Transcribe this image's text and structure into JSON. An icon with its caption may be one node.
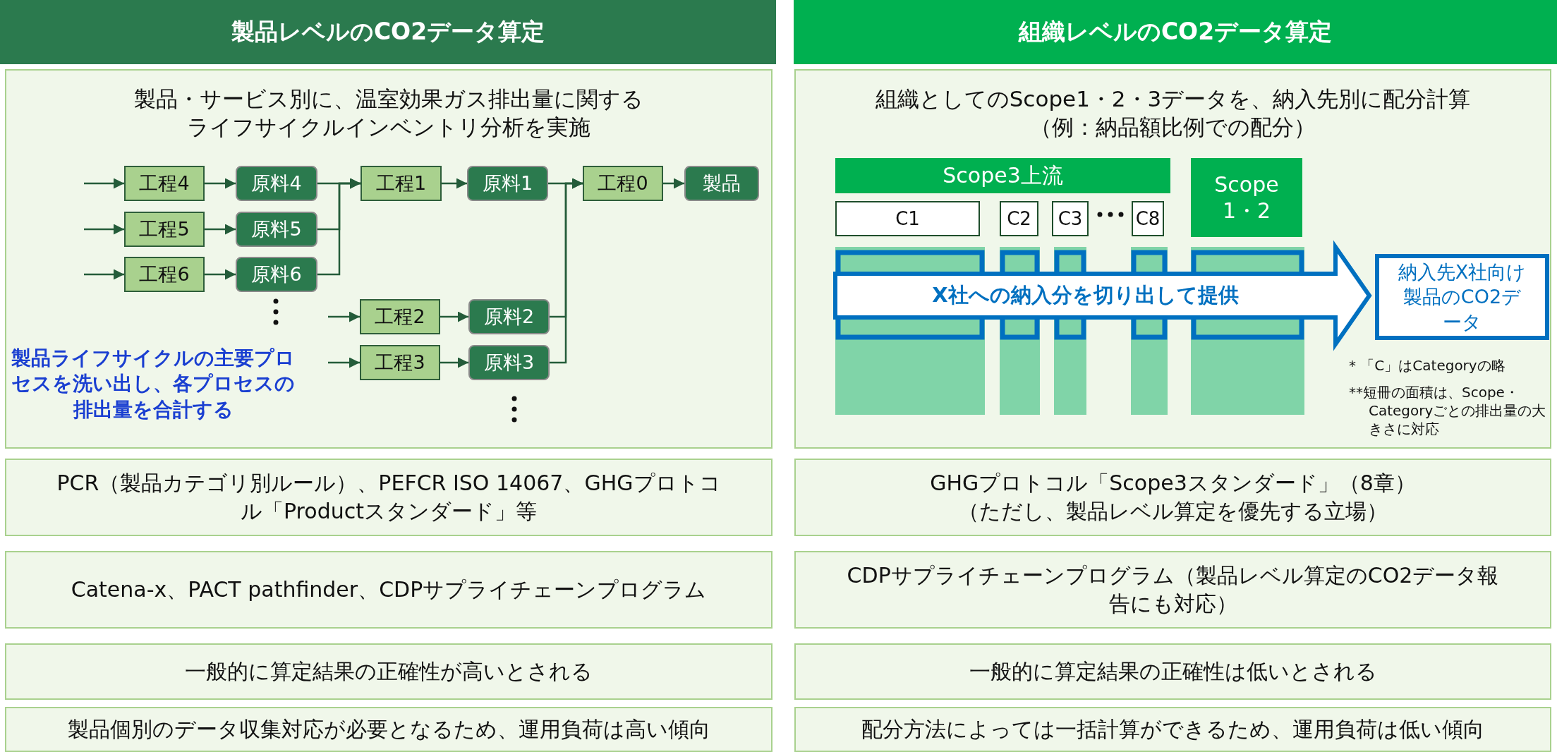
{
  "diagram": {
    "nodes": [
      {
        "text": [
          "製品レベルのCO2データ算定"
        ]
      },
      {
        "text": [
          "製品・サービス別に、温室効果ガス排出量に関するライフサイクルインベントリ分析を実施"
        ]
      },
      {
        "text": [
          "工程4"
        ],
        "in": 1
      },
      {
        "text": [
          "原料4"
        ],
        "in": 1
      },
      {
        "text": [
          "工程1"
        ],
        "in": 1
      },
      {
        "text": [
          "原料1"
        ],
        "in": 1
      },
      {
        "text": [
          "工程0"
        ],
        "in": 1
      },
      {
        "text": [
          "製品"
        ],
        "in": 1
      },
      {
        "text": [
          "工程5"
        ],
        "in": 1
      },
      {
        "text": [
          "原料5"
        ],
        "in": 1
      },
      {
        "text": [
          "工程6"
        ],
        "in": 1
      },
      {
        "text": [
          "原料6"
        ],
        "in": 1
      },
      {
        "text": [
          "工程2"
        ],
        "in": 1
      },
      {
        "text": [
          "原料2"
        ],
        "in": 1
      },
      {
        "text": [
          "工程3"
        ],
        "in": 1
      },
      {
        "text": [
          "原料3"
        ],
        "in": 1
      },
      {
        "text": [
          "組織レベルのCO2データ算定"
        ]
      },
      {
        "text": [
          "組織としてのScope1・2・3データを、納入先別に配分計算（例：納品額比例での配分）"
        ]
      },
      {
        "text": [
          "Scope3上流"
        ],
        "in": 17
      },
      {
        "text": [
          "C1"
        ],
        "in": 17
      },
      {
        "text": [
          "C2"
        ],
        "in": 17
      },
      {
        "text": [
          "C3"
        ],
        "in": 17
      },
      {
        "text": [
          "C8"
        ],
        "in": 17
      },
      {
        "text": [
          "Scope 1・2"
        ],
        "in": 17
      },
      {
        "text": [
          "納入先X社向け製品のCO2データ"
        ],
        "in": 17
      },
      {
        "text": [
          "PCR（製品カテゴリ別ルール）、PEFCR ISO 14067、GHGプロトコル「Productスタンダード」等"
        ]
      },
      {
        "text": [
          "GHGプロトコル「Scope3スタンダード」（8章）（ただし、製品レベル算定を優先する立場）"
        ]
      },
      {
        "text": [
          "Catena-x、PACT pathfinder、CDPサプライチェーンプログラム"
        ]
      },
      {
        "text": [
          "CDPサプライチェーンプログラム（製品レベル算定のCO2データ報告にも対応）"
        ]
      },
      {
        "text": [
          "一般的に算定結果の正確性が高いとされる"
        ]
      },
      {
        "text": [
          "一般的に算定結果の正確性は低いとされる"
        ]
      },
      {
        "text": [
          "製品個別のデータ収集対応が必要となるため、運用負荷は高い傾向"
        ]
      },
      {
        "text": [
          "配分方法によっては一括計算ができるため、運用負荷は低い傾向"
        ]
      }
    ],
    "edges": [
      {
        "from": null,
        "to": 2,
        "arrow": "to"
      },
      {
        "from": 2,
        "to": 3,
        "arrow": "to"
      },
      {
        "from": null,
        "to": 8,
        "arrow": "to"
      },
      {
        "from": 8,
        "to": 9,
        "arrow": "to"
      },
      {
        "from": null,
        "to": 10,
        "arrow": "to"
      },
      {
        "from": 10,
        "to": 11,
        "arrow": "to"
      },
      {
        "from": 3,
        "to": 4,
        "arrow": "to"
      },
      {
        "from": 9,
        "to": 4,
        "arrow": "to"
      },
      {
        "from": 11,
        "to": 4,
        "arrow": "to"
      },
      {
        "from": 4,
        "to": 5,
        "arrow": "to"
      },
      {
        "from": 5,
        "to": 6,
        "arrow": "to"
      },
      {
        "from": 13,
        "to": 6,
        "arrow": "to"
      },
      {
        "from": 15,
        "to": 6,
        "arrow": "to"
      },
      {
        "from": 6,
        "to": 7,
        "arrow": "to"
      },
      {
        "from": null,
        "to": 12,
        "arrow": "to"
      },
      {
        "from": 12,
        "to": 13,
        "arrow": "to"
      },
      {
        "from": null,
        "to": 14,
        "arrow": "to"
      },
      {
        "from": 14,
        "to": 15,
        "arrow": "to"
      },
      {
        "from": null,
        "to": 24,
        "arrow": "to",
        "label": "X社への納入分を切り出して提供",
        "style": "thick",
        "color": "#0070c0"
      }
    ],
    "labels": [
      "製品ライフサイクルの主要プロセスを洗い出し、各プロセスの排出量を合計する",
      "* 「C」はCategoryの略",
      "**短冊の面積は、Scope・Categoryごとの排出量の大きさに対応"
    ]
  }
}
